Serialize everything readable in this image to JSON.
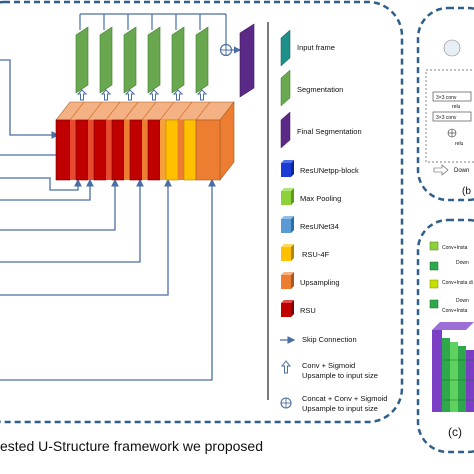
{
  "legend": [
    {
      "key": "input-frame",
      "label": "Input frame",
      "color": "#1f8f8a"
    },
    {
      "key": "segmentation",
      "label": "Segmentation",
      "color": "#6aa84f"
    },
    {
      "key": "final-segmentation",
      "label": "Final Segmentation",
      "color": "#5b2a86"
    },
    {
      "key": "resunetpp-block",
      "label": "ResUNetpp-block",
      "color": "#1a3bd6"
    },
    {
      "key": "max-pooling",
      "label": "Max Pooling",
      "color": "#8cd13a"
    },
    {
      "key": "resunet34",
      "label": "ResUNet34",
      "color": "#5b9bd5"
    },
    {
      "key": "rsu-4f",
      "label": "RSU-4F",
      "color": "#ffc000"
    },
    {
      "key": "upsampling",
      "label": "Upsampling",
      "color": "#ed7d31"
    },
    {
      "key": "rsu",
      "label": "RSU",
      "color": "#c00000"
    }
  ],
  "symbols": {
    "skip": "Skip Connection",
    "conv_sigmoid": [
      "Conv + Sigmoid",
      "Upsample to input size"
    ],
    "concat_conv": [
      "Concat + Conv + Sigmoid",
      "Upsample to input size"
    ]
  },
  "panel_b": {
    "label": "(b",
    "conv1": "3×3 conv",
    "relu1": "relu",
    "conv2": "3×3 conv",
    "relu2": "relu",
    "down": "Down"
  },
  "panel_c": {
    "label": "(c)",
    "items": [
      "Conv+Insta",
      "Down",
      "Conv+Insta di",
      "Down",
      "Conv+Insta"
    ]
  },
  "caption": "ested U-Structure framework we proposed"
}
